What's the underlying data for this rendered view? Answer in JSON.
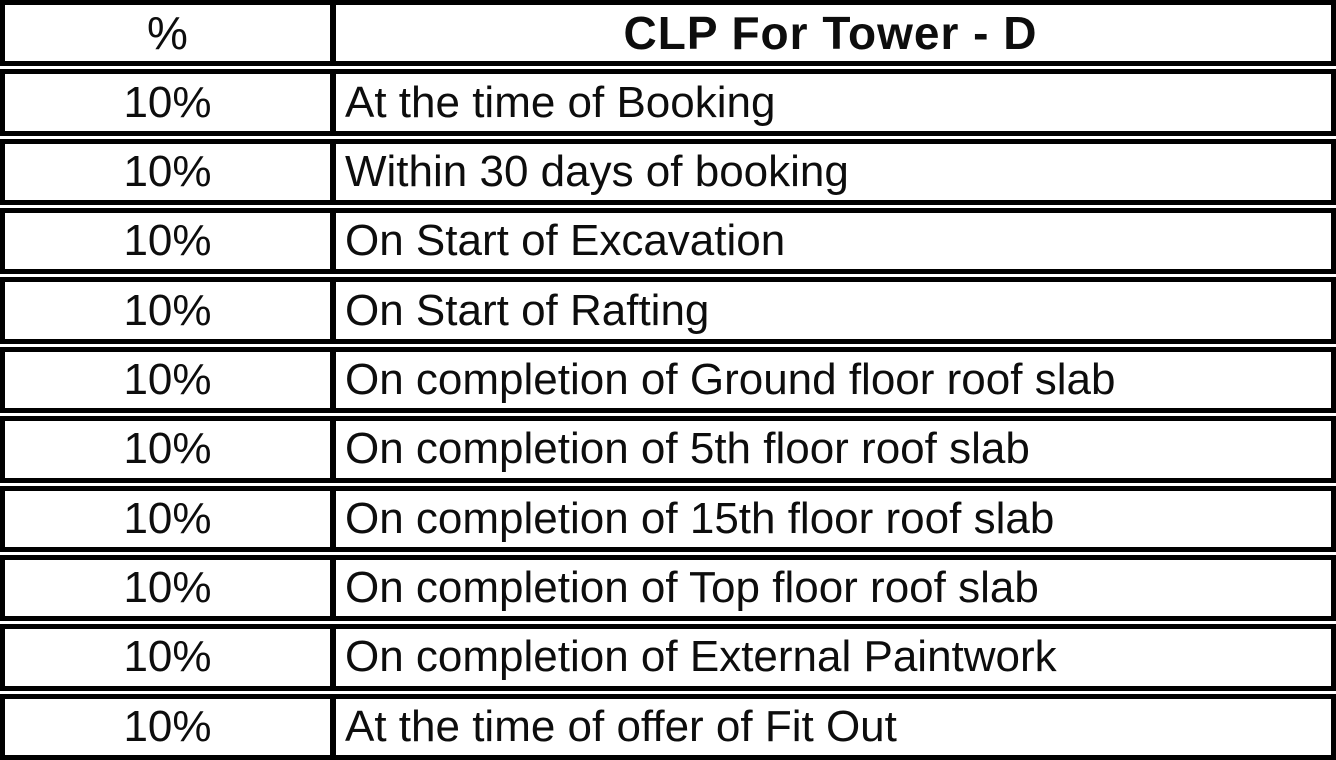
{
  "table": {
    "columns": [
      {
        "header": "%"
      },
      {
        "header": "CLP For Tower - D"
      }
    ],
    "rows": [
      {
        "percent": "10%",
        "milestone": "At the time of Booking"
      },
      {
        "percent": "10%",
        "milestone": "Within 30 days of booking"
      },
      {
        "percent": "10%",
        "milestone": "On Start of Excavation"
      },
      {
        "percent": "10%",
        "milestone": "On Start of Rafting"
      },
      {
        "percent": "10%",
        "milestone": "On completion of Ground floor roof slab"
      },
      {
        "percent": "10%",
        "milestone": "On completion of 5th floor roof slab"
      },
      {
        "percent": "10%",
        "milestone": "On completion of 15th floor roof slab"
      },
      {
        "percent": "10%",
        "milestone": "On completion of Top floor roof slab"
      },
      {
        "percent": "10%",
        "milestone": "On completion of External Paintwork"
      },
      {
        "percent": "10%",
        "milestone": "At the time of offer of Fit Out"
      }
    ]
  },
  "colors": {
    "border": "#000000",
    "text": "#0d0d0d",
    "background": "#ffffff"
  }
}
